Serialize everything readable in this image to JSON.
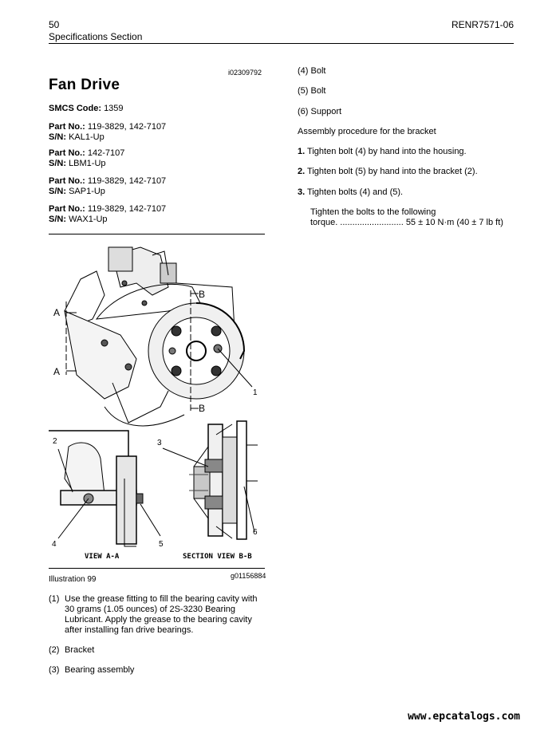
{
  "header": {
    "page_number": "50",
    "section": "Specifications Section",
    "doc_number": "RENR7571-06"
  },
  "left": {
    "doc_id": "i02309792",
    "title": "Fan Drive",
    "smcs": {
      "label": "SMCS Code:",
      "value": "1359"
    },
    "parts": [
      {
        "part_label": "Part No.:",
        "part_value": "119-3829, 142-7107",
        "sn_label": "S/N:",
        "sn_value": "KAL1-Up"
      },
      {
        "part_label": "Part No.:",
        "part_value": "142-7107",
        "sn_label": "S/N:",
        "sn_value": "LBM1-Up"
      },
      {
        "part_label": "Part No.:",
        "part_value": "119-3829, 142-7107",
        "sn_label": "S/N:",
        "sn_value": "SAP1-Up"
      },
      {
        "part_label": "Part No.:",
        "part_value": "119-3829, 142-7107",
        "sn_label": "S/N:",
        "sn_value": "WAX1-Up"
      }
    ],
    "illustration": {
      "label": "Illustration 99",
      "graphic_id": "g01156884",
      "labels": {
        "A_top": "A",
        "A_bottom": "A",
        "B_top": "B",
        "B_bottom": "B",
        "c1": "1",
        "c2": "2",
        "c3": "3",
        "c4": "4",
        "c5": "5",
        "c6": "6",
        "view_aa": "VIEW A-A",
        "section_bb": "SECTION VIEW B-B"
      }
    },
    "callouts": [
      {
        "num": "(1)",
        "text": "Use the grease fitting to fill the bearing cavity with 30 grams (1.05 ounces) of 2S-3230 Bearing Lubricant. Apply the grease to the bearing cavity after installing fan drive bearings."
      },
      {
        "num": "(2)",
        "text": "Bracket"
      },
      {
        "num": "(3)",
        "text": "Bearing assembly"
      }
    ]
  },
  "right": {
    "callouts": [
      {
        "num": "(4)",
        "text": "Bolt"
      },
      {
        "num": "(5)",
        "text": "Bolt"
      },
      {
        "num": "(6)",
        "text": "Support"
      }
    ],
    "procedure_title": "Assembly procedure for the bracket",
    "steps": [
      {
        "num": "1.",
        "text": "Tighten bolt (4) by hand into the housing."
      },
      {
        "num": "2.",
        "text": "Tighten bolt (5) by hand into the bracket (2)."
      },
      {
        "num": "3.",
        "text": "Tighten bolts (4) and (5)."
      }
    ],
    "torque_line1": "Tighten the bolts to the following",
    "torque_line2": "torque. .......................... 55 ± 10 N·m (40 ± 7 lb ft)"
  },
  "footer": {
    "url": "www.epcatalogs.com"
  }
}
